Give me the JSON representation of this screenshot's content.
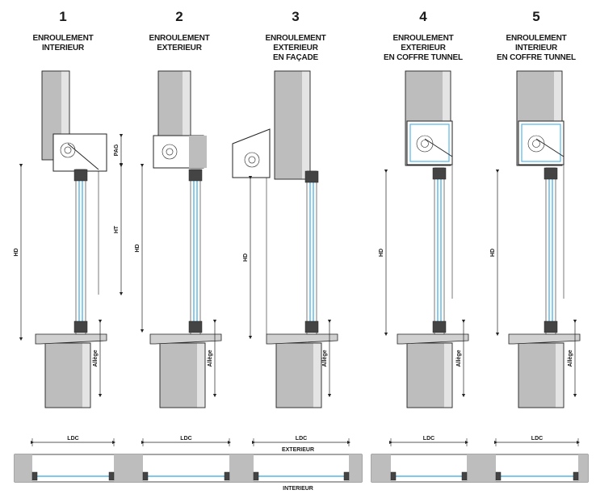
{
  "columns": [
    {
      "number": "1",
      "title": [
        "ENROULEMENT",
        "INTERIEUR"
      ]
    },
    {
      "number": "2",
      "title": [
        "ENROULEMENT",
        "EXTERIEUR"
      ]
    },
    {
      "number": "3",
      "title": [
        "ENROULEMENT",
        "EXTERIEUR",
        "EN FAÇADE"
      ]
    },
    {
      "number": "4",
      "title": [
        "ENROULEMENT",
        "EXTERIEUR",
        "EN COFFRE TUNNEL"
      ]
    },
    {
      "number": "5",
      "title": [
        "ENROULEMENT",
        "INTERIEUR",
        "EN COFFRE TUNNEL"
      ]
    }
  ],
  "dimensions": {
    "hd": "HD",
    "ht": "HT",
    "pag": "PAG",
    "allege": "Allège",
    "ldc": "LDC"
  },
  "plan_labels": {
    "exterior": "EXTERIEUR",
    "interior": "INTERIEUR"
  },
  "colors": {
    "glass": "#55b7e6",
    "wall": "#bdbdbd",
    "wall_insulation": "#e4e4e4",
    "line": "#222222"
  },
  "icons": {
    "crank": "crank-handle-icon",
    "roll": "roller-tube-icon"
  }
}
